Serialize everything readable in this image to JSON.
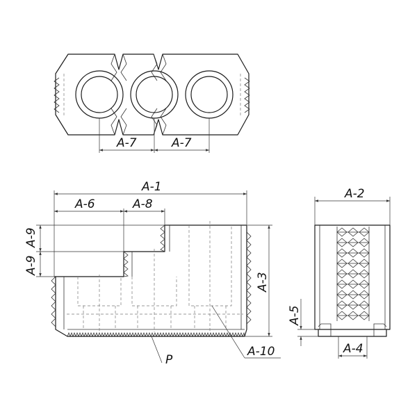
{
  "labels": {
    "a1": "A-1",
    "a2": "A-2",
    "a3": "A-3",
    "a4": "A-4",
    "a5": "A-5",
    "a6": "A-6",
    "a7_left": "A-7",
    "a7_right": "A-7",
    "a8": "A-8",
    "a9_top": "A-9",
    "a9_bottom": "A-9",
    "a10": "A-10",
    "p": "P"
  }
}
